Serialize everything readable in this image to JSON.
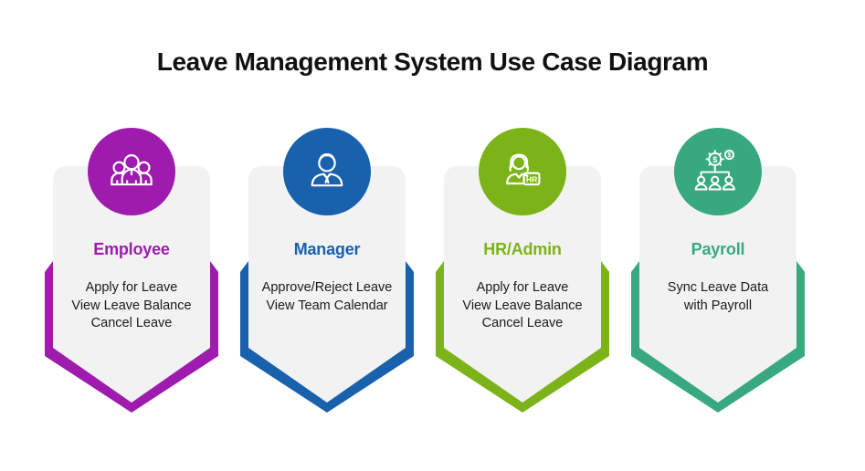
{
  "title": "Leave Management System Use Case Diagram",
  "colors": {
    "background": "#ffffff",
    "card_bg": "#f2f2f2",
    "body_text": "#1b1b1b",
    "heading_text": "#111111"
  },
  "actors": [
    {
      "name": "Employee",
      "color": "#9e1bad",
      "icon": "employees-group-icon",
      "use_cases": [
        "Apply for Leave",
        "View Leave Balance",
        "Cancel Leave"
      ]
    },
    {
      "name": "Manager",
      "color": "#1961ac",
      "icon": "manager-person-icon",
      "use_cases": [
        "Approve/Reject Leave",
        "View Team Calendar"
      ]
    },
    {
      "name": "HR/Admin",
      "color": "#7cb318",
      "icon": "hr-badge-icon",
      "icon_label": "HR",
      "use_cases": [
        "Apply for Leave",
        "View Leave Balance",
        "Cancel Leave"
      ]
    },
    {
      "name": "Payroll",
      "color": "#38a97f",
      "icon": "payroll-money-org-icon",
      "currency_symbol": "$",
      "use_cases": [
        "Sync Leave Data",
        "with Payroll"
      ]
    }
  ]
}
